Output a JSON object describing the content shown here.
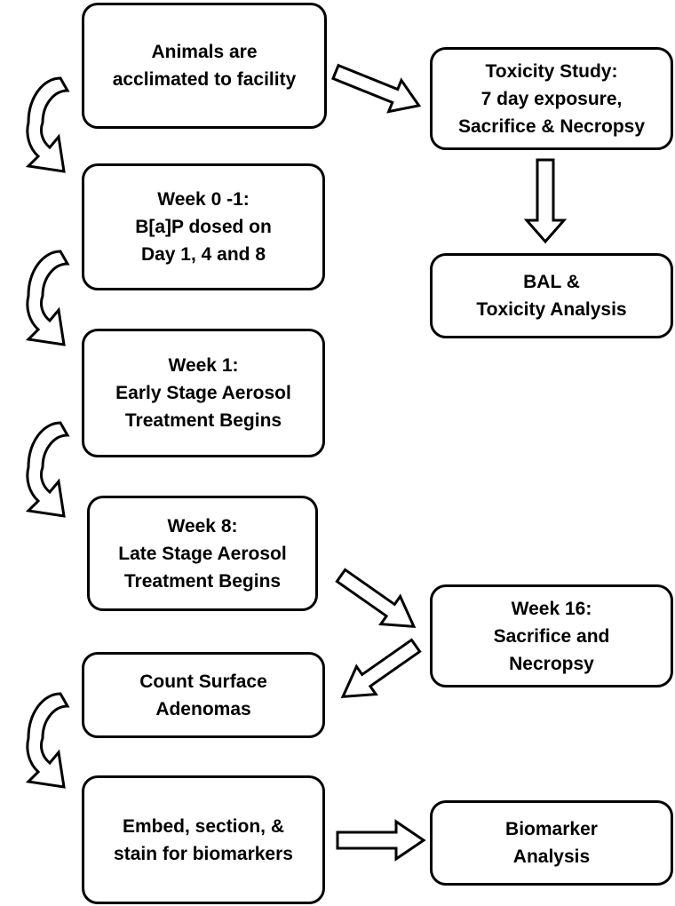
{
  "diagram": {
    "nodes": [
      {
        "id": "acclimate",
        "lines": [
          "Animals are",
          "acclimated to facility"
        ]
      },
      {
        "id": "toxicity-study",
        "lines": [
          "Toxicity Study:",
          "7 day exposure,",
          "Sacrifice & Necropsy"
        ]
      },
      {
        "id": "week0",
        "lines": [
          "Week 0 -1:",
          "B[a]P dosed on",
          "Day 1, 4 and 8"
        ]
      },
      {
        "id": "bal",
        "lines": [
          "BAL &",
          "Toxicity Analysis"
        ]
      },
      {
        "id": "week1",
        "lines": [
          "Week 1:",
          "Early Stage Aerosol",
          "Treatment Begins"
        ]
      },
      {
        "id": "week8",
        "lines": [
          "Week 8:",
          "Late Stage Aerosol",
          "Treatment Begins"
        ]
      },
      {
        "id": "week16",
        "lines": [
          "Week 16:",
          "Sacrifice and",
          "Necropsy"
        ]
      },
      {
        "id": "adenomas",
        "lines": [
          "Count Surface",
          "Adenomas"
        ]
      },
      {
        "id": "embed",
        "lines": [
          "Embed, section, &",
          "stain for biomarkers"
        ]
      },
      {
        "id": "biomarker",
        "lines": [
          "Biomarker",
          "Analysis"
        ]
      }
    ],
    "edges": [
      {
        "from": "acclimate",
        "to": "toxicity-study"
      },
      {
        "from": "toxicity-study",
        "to": "bal"
      },
      {
        "from": "acclimate",
        "to": "week0"
      },
      {
        "from": "week0",
        "to": "week1"
      },
      {
        "from": "week1",
        "to": "week8"
      },
      {
        "from": "week8",
        "to": "week16"
      },
      {
        "from": "week16",
        "to": "adenomas"
      },
      {
        "from": "adenomas",
        "to": "embed"
      },
      {
        "from": "embed",
        "to": "biomarker"
      }
    ]
  }
}
